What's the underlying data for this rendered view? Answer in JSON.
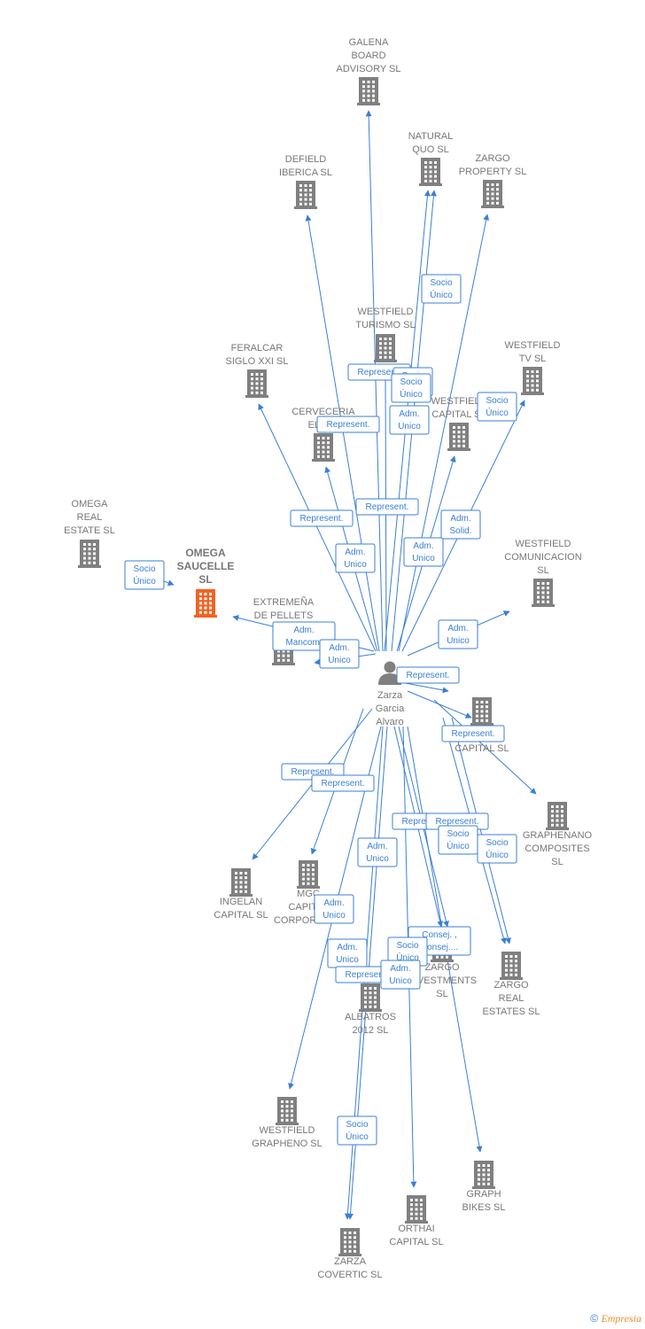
{
  "colors": {
    "edge": "#3a7fd5",
    "company": "#808080",
    "focus": "#f26322",
    "person": "#808080"
  },
  "nodes": [
    {
      "id": "galena",
      "type": "company",
      "lines": [
        "GALENA",
        "BOARD",
        "ADVISORY  SL"
      ]
    },
    {
      "id": "natural",
      "type": "company",
      "lines": [
        "NATURAL",
        "QUO  SL"
      ]
    },
    {
      "id": "defield",
      "type": "company",
      "lines": [
        "DEFIELD",
        "IBERICA  SL"
      ]
    },
    {
      "id": "zargoprop",
      "type": "company",
      "lines": [
        "ZARGO",
        "PROPERTY  SL"
      ]
    },
    {
      "id": "wturismo",
      "type": "company",
      "lines": [
        "WESTFIELD",
        "TURISMO  SL"
      ]
    },
    {
      "id": "feralcar",
      "type": "company",
      "lines": [
        "FERALCAR",
        "SIGLO XXI  SL"
      ]
    },
    {
      "id": "wtv",
      "type": "company",
      "lines": [
        "WESTFIELD",
        "TV  SL"
      ]
    },
    {
      "id": "wcapital",
      "type": "company",
      "lines": [
        "WESTFIELD",
        "CAPITAL SL"
      ]
    },
    {
      "id": "cerveceria",
      "type": "company",
      "lines": [
        "CERVECERIA",
        "EL TI..."
      ]
    },
    {
      "id": "omegareal",
      "type": "company",
      "lines": [
        "OMEGA",
        "REAL",
        "ESTATE  SL"
      ]
    },
    {
      "id": "omegasaucelle",
      "type": "focus",
      "lines": [
        "OMEGA",
        "SAUCELLE",
        "SL"
      ]
    },
    {
      "id": "extremena",
      "type": "company",
      "lines": [
        "EXTREMEÑA",
        "DE PELLETS",
        "SL"
      ]
    },
    {
      "id": "wcomunicacion",
      "type": "company",
      "lines": [
        "WESTFIELD",
        "COMUNICACION",
        "SL"
      ]
    },
    {
      "id": "person",
      "type": "person",
      "lines": [
        "Zarza",
        "Garcia",
        "Alvaro"
      ]
    },
    {
      "id": "capital",
      "type": "company",
      "lines": [
        "CAPITAL  SL"
      ]
    },
    {
      "id": "graphenano",
      "type": "company",
      "lines": [
        "GRAPHENANO",
        "COMPOSITES",
        "SL"
      ]
    },
    {
      "id": "ingelan",
      "type": "company",
      "lines": [
        "INGELAN",
        "CAPITAL  SL"
      ]
    },
    {
      "id": "mgc",
      "type": "company",
      "lines": [
        "MGC",
        "CAPITAL",
        "CORPORATE..."
      ]
    },
    {
      "id": "zargoinv",
      "type": "company",
      "lines": [
        "ZARGO",
        "INVESTMENTS",
        "SL"
      ]
    },
    {
      "id": "zargoreal",
      "type": "company",
      "lines": [
        "ZARGO",
        "REAL",
        "ESTATES  SL"
      ]
    },
    {
      "id": "albatros",
      "type": "company",
      "lines": [
        "ALBATROS",
        "2012 SL"
      ]
    },
    {
      "id": "wgrapheno",
      "type": "company",
      "lines": [
        "WESTFIELD",
        "GRAPHENO  SL"
      ]
    },
    {
      "id": "graphbikes",
      "type": "company",
      "lines": [
        "GRAPH",
        "BIKES  SL"
      ]
    },
    {
      "id": "orthai",
      "type": "company",
      "lines": [
        "ORTHAI",
        "CAPITAL  SL"
      ]
    },
    {
      "id": "zarzacovertic",
      "type": "company",
      "lines": [
        "ZARZA",
        "COVERTIC  SL"
      ]
    }
  ],
  "relations": [
    {
      "lines": [
        "Socio",
        "Único"
      ]
    },
    {
      "lines": [
        "Socio",
        "Único"
      ]
    },
    {
      "lines": [
        "Represent."
      ]
    },
    {
      "lines": [
        "Socio",
        "Único"
      ]
    },
    {
      "lines": [
        "Adm.",
        "Unico"
      ]
    },
    {
      "lines": [
        "Represent."
      ]
    },
    {
      "lines": [
        "Represent."
      ]
    },
    {
      "lines": [
        "Represent."
      ]
    },
    {
      "lines": [
        "Adm.",
        "Unico"
      ]
    },
    {
      "lines": [
        "Adm.",
        "Unico"
      ]
    },
    {
      "lines": [
        "Adm.",
        "Solid."
      ]
    },
    {
      "lines": [
        "Adm.",
        "Unico"
      ]
    },
    {
      "lines": [
        "Adm.",
        "Mancom."
      ]
    },
    {
      "lines": [
        "Adm.",
        "Unico"
      ]
    },
    {
      "lines": [
        "Represent."
      ]
    },
    {
      "lines": [
        "Represent."
      ]
    },
    {
      "lines": [
        "Represent."
      ]
    },
    {
      "lines": [
        "Represent."
      ]
    },
    {
      "lines": [
        "Adm.",
        "Unico"
      ]
    },
    {
      "lines": [
        "Represent."
      ]
    },
    {
      "lines": [
        "Represent."
      ]
    },
    {
      "lines": [
        "Socio",
        "Único"
      ]
    },
    {
      "lines": [
        "Socio",
        "Único"
      ]
    },
    {
      "lines": [
        "Adm.",
        "Unico"
      ]
    },
    {
      "lines": [
        "Adm.",
        "Unico"
      ]
    },
    {
      "lines": [
        "Consej. ,",
        "Consej...."
      ]
    },
    {
      "lines": [
        "Socio",
        "Único"
      ]
    },
    {
      "lines": [
        "Represent."
      ]
    },
    {
      "lines": [
        "Adm.",
        "Unico"
      ]
    },
    {
      "lines": [
        "Socio",
        "Único"
      ]
    },
    {
      "lines": [
        "Socio",
        "Único"
      ]
    },
    {
      "lines": [
        "Socio",
        "Único"
      ]
    }
  ],
  "footer": {
    "copyright": "©",
    "brand": "Empresia"
  }
}
